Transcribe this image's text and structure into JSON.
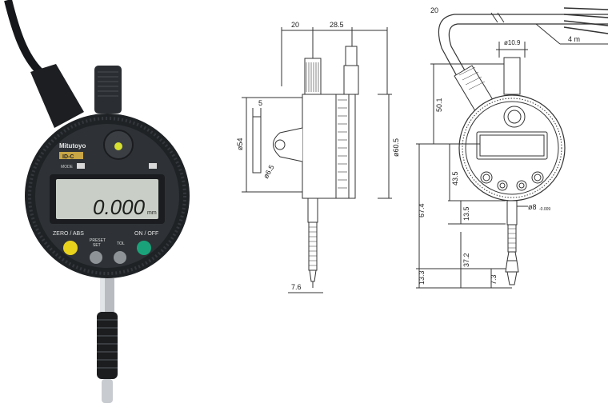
{
  "photo": {
    "brand": "Mitutoyo",
    "series_badge": "ID-C",
    "mode_label": "MODE",
    "display_value": "0.000",
    "display_unit": "mm",
    "zero_abs_label": "ZERO / ABS",
    "on_off_label": "ON / OFF",
    "preset_label_1": "PRESET",
    "preset_label_2": "SET",
    "tol_label": "TOL",
    "colors": {
      "body": "#2c2f33",
      "lcd": "#c9cfc6",
      "zero_button": "#e8d21c",
      "onoff_button": "#1aa37a",
      "led": "#d8e030"
    }
  },
  "side_view": {
    "dim_top_left": "20",
    "dim_top_right": "28.5",
    "dim_lug_width": "5",
    "dim_lug_diameter": "ø54",
    "dim_hole": "ø6.5",
    "dim_body_diameter": "ø60.5",
    "dim_bottom": "7.6"
  },
  "front_view": {
    "dim_cable_bend": "20",
    "dim_cable_length": "4 m",
    "dim_stem_top": "ø10.9",
    "dim_height_upper": "50.1",
    "dim_height_mid": "43.5",
    "dim_height_total": "67.4",
    "dim_stem_dia": "ø8",
    "dim_stem_dia_tol": "-0.009",
    "dim_13_5": "13.5",
    "dim_37_2": "37.2",
    "dim_13_3": "13.3",
    "dim_7_3": "7.3"
  }
}
